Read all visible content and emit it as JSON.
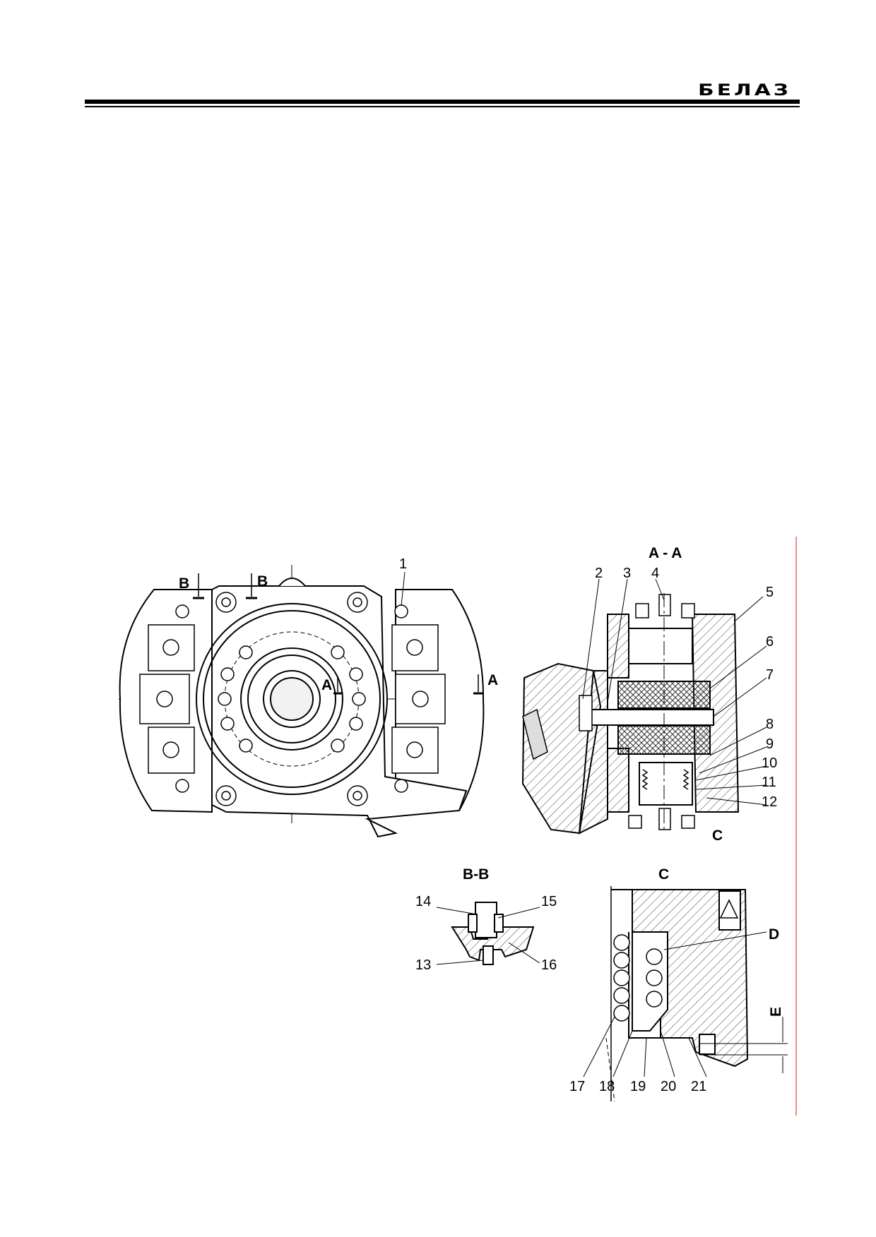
{
  "header": {
    "logo_text": "БЕЛАЗ"
  },
  "views": {
    "section_aa": "A - A",
    "section_bb": "B-B",
    "detail_c": "C"
  },
  "markers": {
    "cut_a_right": "A",
    "cut_a_inner": "A",
    "cut_b_left": "B",
    "cut_b_right": "B",
    "detail_c_ref": "C",
    "detail_d": "D",
    "dim_e": "E"
  },
  "callouts": {
    "n1": "1",
    "n2": "2",
    "n3": "3",
    "n4": "4",
    "n5": "5",
    "n6": "6",
    "n7": "7",
    "n8": "8",
    "n9": "9",
    "n10": "10",
    "n11": "11",
    "n12": "12",
    "n13": "13",
    "n14": "14",
    "n15": "15",
    "n16": "16",
    "n17": "17",
    "n18": "18",
    "n19": "19",
    "n20": "20",
    "n21": "21"
  }
}
